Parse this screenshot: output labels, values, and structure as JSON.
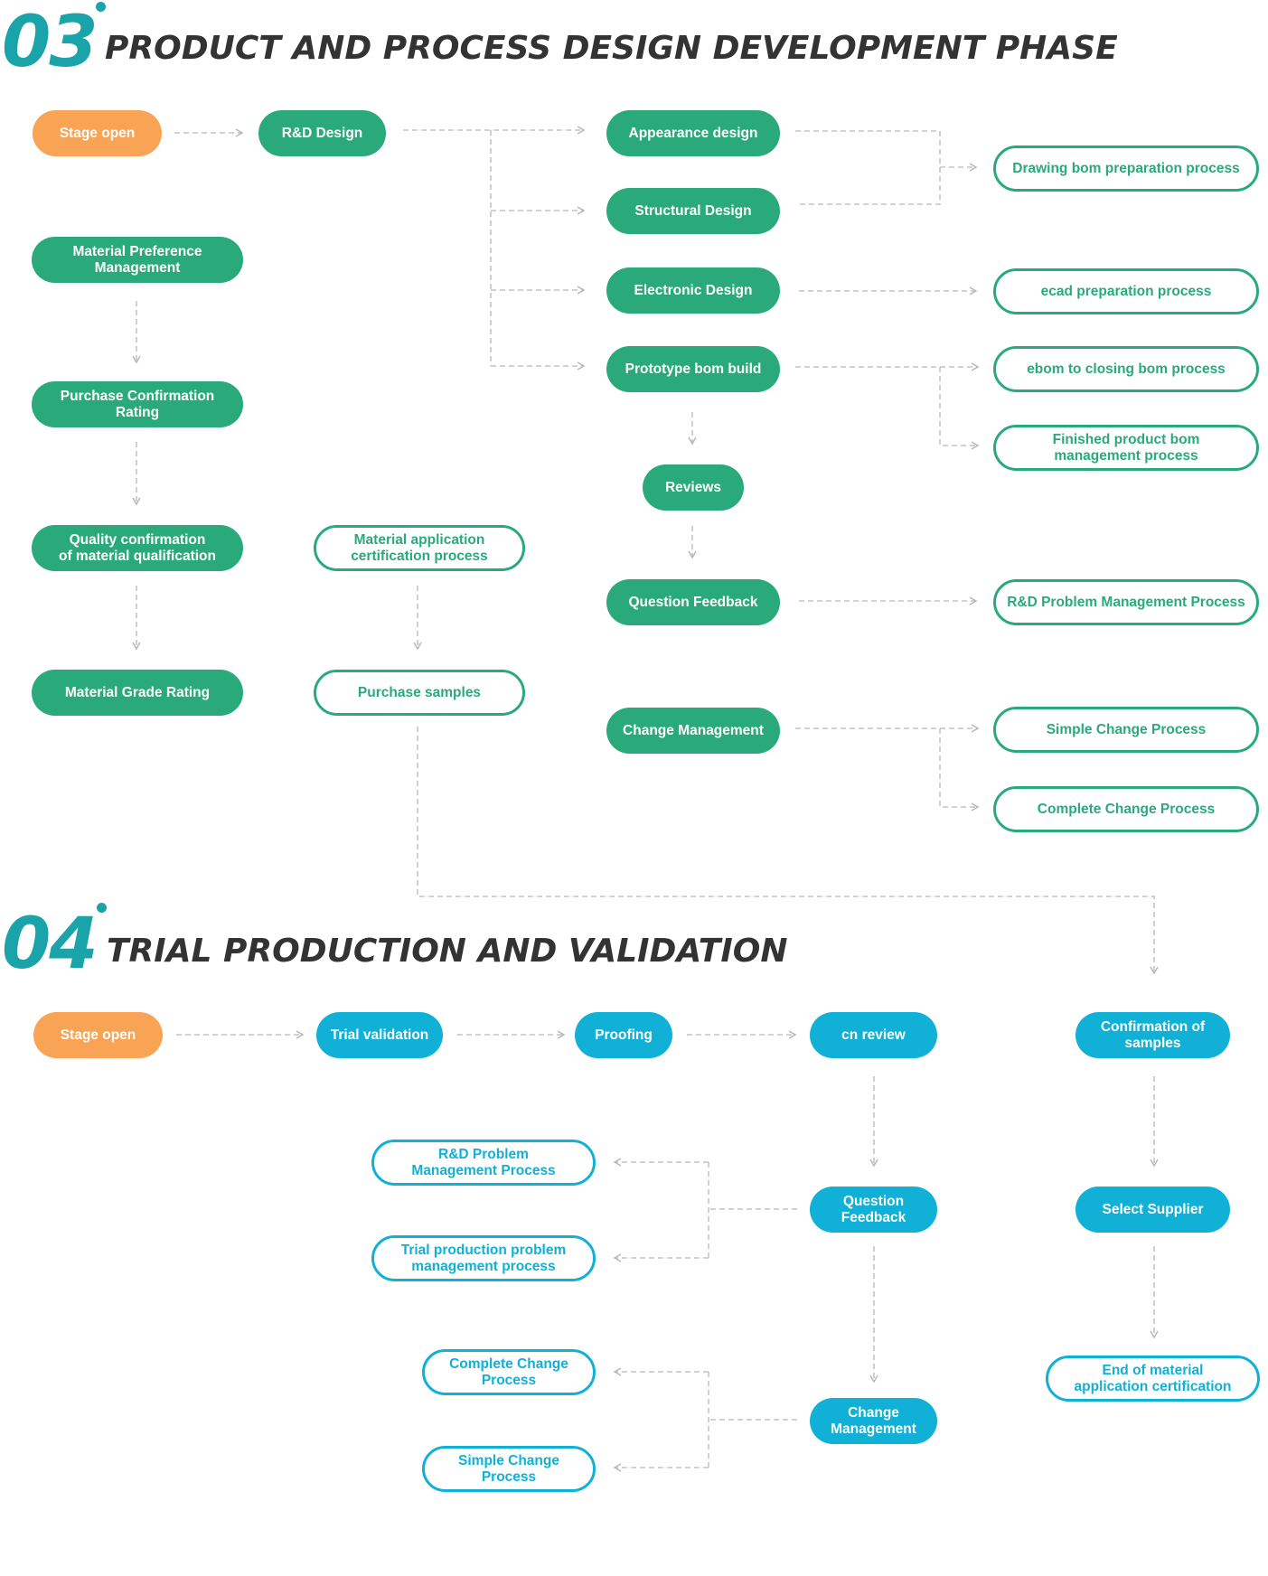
{
  "phase3": {
    "number": "03",
    "title": "PRODUCT AND PROCESS DESIGN DEVELOPMENT PHASE",
    "nodes": {
      "stage_open": "Stage open",
      "rd_design": "R&D Design",
      "appearance_design": "Appearance design",
      "structural_design": "Structural Design",
      "electronic_design": "Electronic Design",
      "prototype_bom_build": "Prototype bom build",
      "reviews": "Reviews",
      "question_feedback": "Question Feedback",
      "change_management": "Change Management",
      "drawing_bom": "Drawing bom preparation process",
      "ecad_prep": "ecad preparation process",
      "ebom_closing": "ebom to closing bom process",
      "finished_bom": "Finished product bom\nmanagement process",
      "rd_problem": "R&D Problem Management Process",
      "simple_change": "Simple Change Process",
      "complete_change": "Complete Change Process",
      "material_preference": "Material Preference\nManagement",
      "purchase_confirmation": "Purchase Confirmation Rating",
      "quality_confirmation": "Quality confirmation\nof material qualification",
      "material_grade": "Material Grade Rating",
      "material_application": "Material application\ncertification process",
      "purchase_samples": "Purchase samples"
    }
  },
  "phase4": {
    "number": "04",
    "title": "TRIAL PRODUCTION AND VALIDATION",
    "nodes": {
      "stage_open": "Stage open",
      "trial_validation": "Trial validation",
      "proofing": "Proofing",
      "cn_review": "cn review",
      "confirmation_samples": "Confirmation of\nsamples",
      "question_feedback": "Question\nFeedback",
      "select_supplier": "Select Supplier",
      "rd_problem": "R&D Problem\nManagement Process",
      "trial_problem": "Trial production problem\nmanagement process",
      "change_management": "Change\nManagement",
      "complete_change": "Complete Change\nProcess",
      "simple_change": "Simple Change Process",
      "end_material": "End of material\napplication certification"
    }
  },
  "colors": {
    "green": "#2aaa7b",
    "blue": "#11b0d6",
    "orange": "#f9a455",
    "teal_heading": "#1aa3a8",
    "connector": "#c4c4c4"
  }
}
